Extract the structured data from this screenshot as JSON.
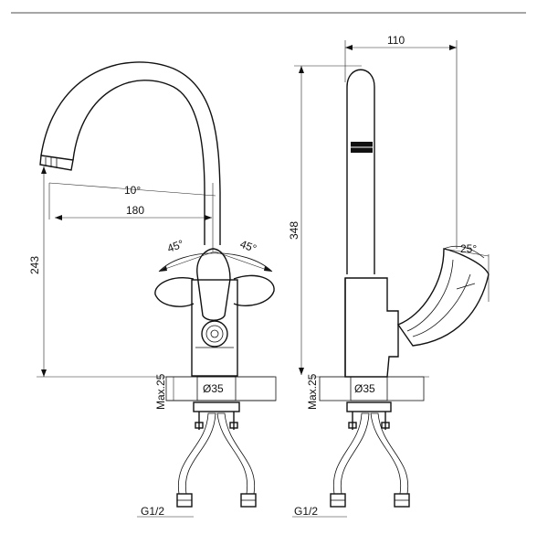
{
  "front_view": {
    "angle_left": "45°",
    "angle_right": "45°",
    "spout_angle": "10°",
    "reach": "180",
    "height": "243",
    "max_deck": "Max.25",
    "diameter": "Ø35",
    "thread": "G1/2"
  },
  "side_view": {
    "depth": "110",
    "total_height": "348",
    "handle_angle": "25°",
    "max_deck": "Max.25",
    "diameter": "Ø35",
    "thread": "G1/2"
  }
}
